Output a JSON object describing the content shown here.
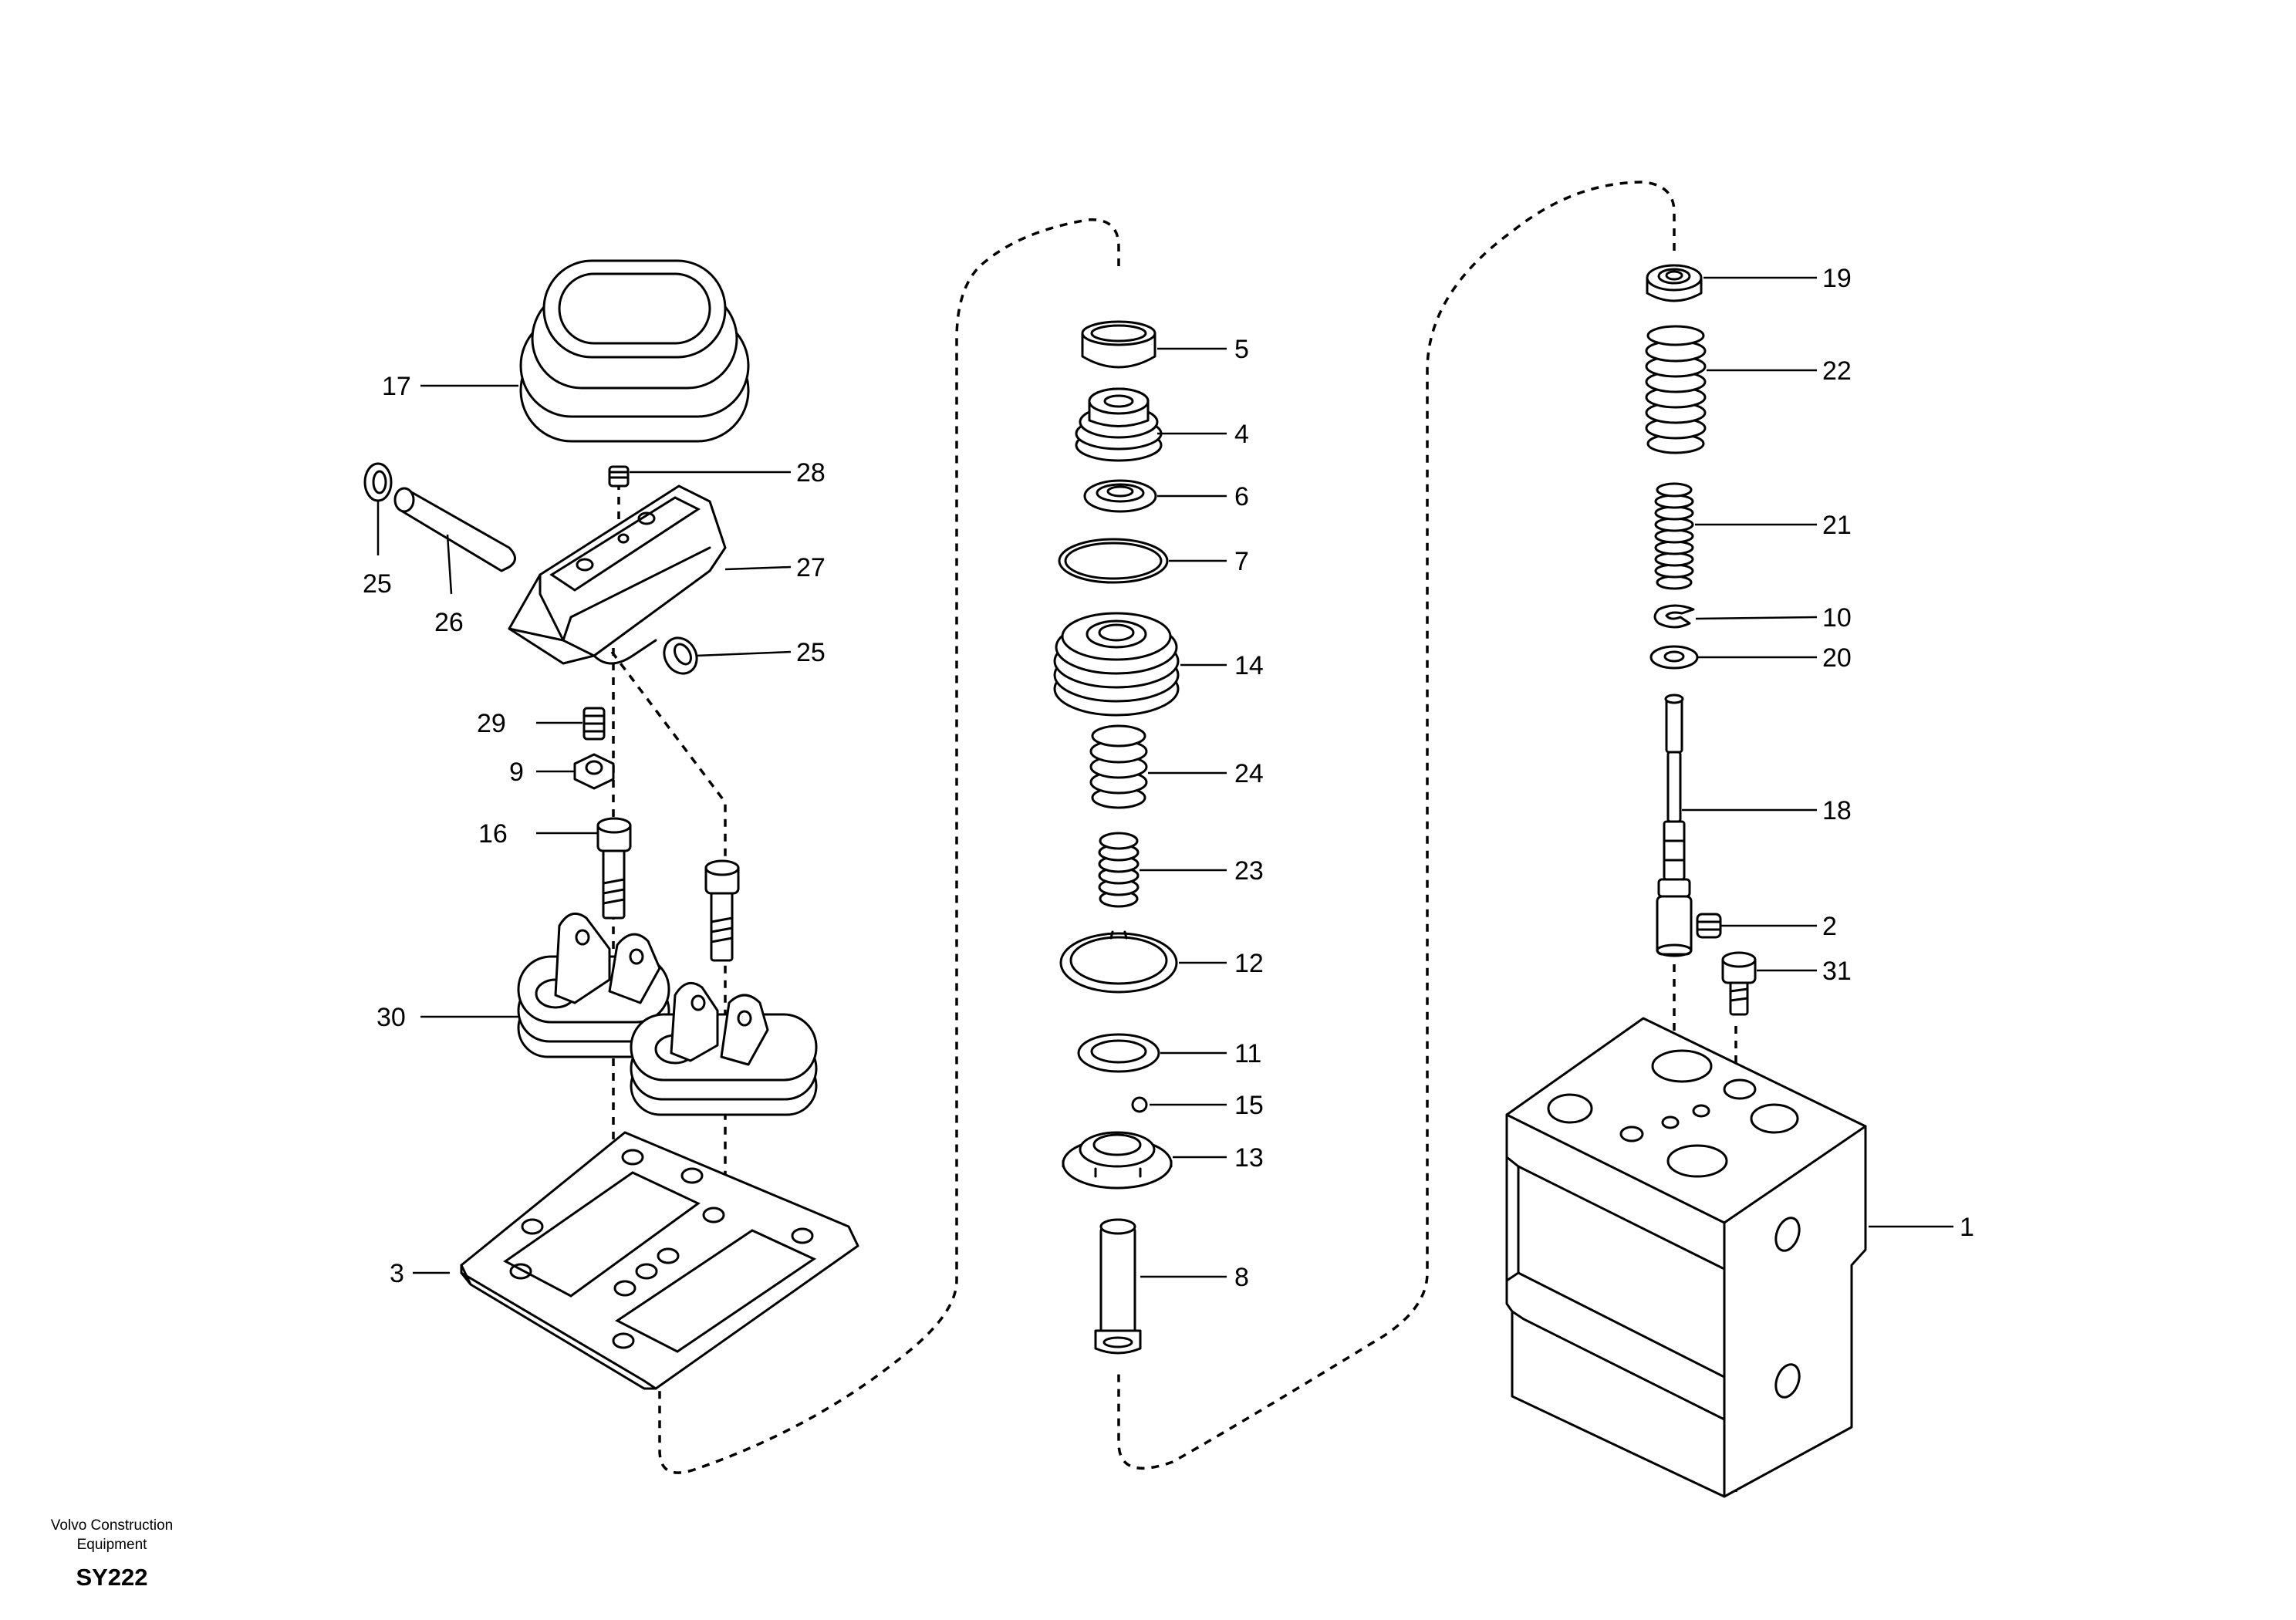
{
  "parts": {
    "p1": "1",
    "p2": "2",
    "p3": "3",
    "p4": "4",
    "p5": "5",
    "p6": "6",
    "p7": "7",
    "p8": "8",
    "p9": "9",
    "p10": "10",
    "p11": "11",
    "p12": "12",
    "p13": "13",
    "p14": "14",
    "p15": "15",
    "p16": "16",
    "p17": "17",
    "p18": "18",
    "p19": "19",
    "p20": "20",
    "p21": "21",
    "p22": "22",
    "p23": "23",
    "p24": "24",
    "p25": "25",
    "p26": "26",
    "p27": "27",
    "p28": "28",
    "p29": "29",
    "p30": "30",
    "p31": "31"
  },
  "footer": {
    "brand_line1": "Volvo Construction",
    "brand_line2": "Equipment",
    "code": "SY222"
  }
}
